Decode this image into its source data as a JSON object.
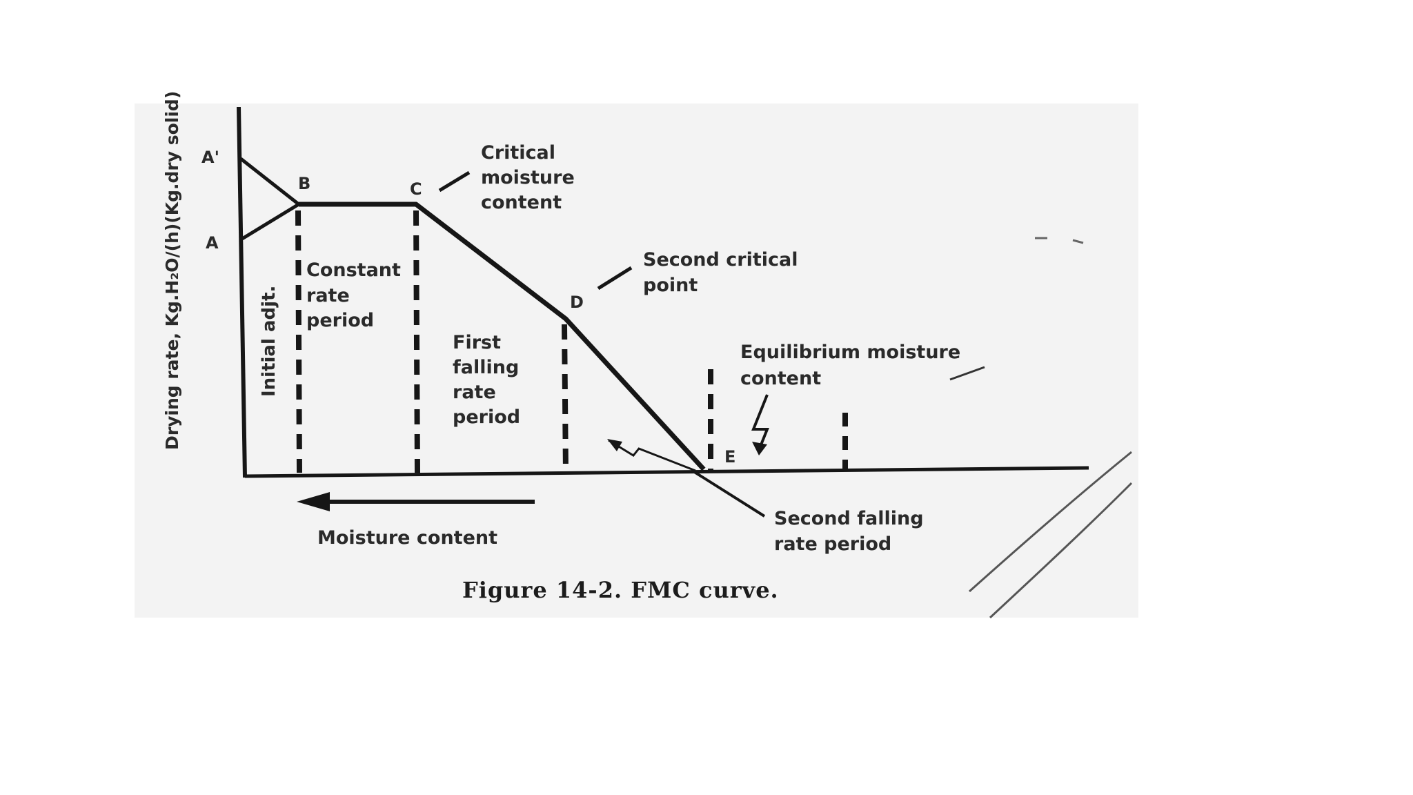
{
  "points": {
    "a_prime": "A'",
    "a": "A",
    "b": "B",
    "c": "C",
    "d": "D",
    "e": "E"
  },
  "axes": {
    "ylabel": "Drying rate, Kg.H₂O/(h)(Kg.dry solid)",
    "xlabel": "Moisture content"
  },
  "labels": {
    "initial_adj": "Initial adjt.",
    "constant": [
      "Constant",
      "rate",
      "period"
    ],
    "first_falling": [
      "First",
      "falling",
      "rate",
      "period"
    ],
    "critical": [
      "Critical",
      "moisture",
      "content"
    ],
    "second_critical": [
      "Second critical",
      "point"
    ],
    "equilibrium": [
      "Equilibrium moisture",
      "content"
    ],
    "second_falling": [
      "Second falling",
      "rate period"
    ]
  },
  "caption": "Figure 14-2. FMC curve.",
  "colors": {
    "ink": "#161616",
    "paper": "#f3f3f3"
  }
}
